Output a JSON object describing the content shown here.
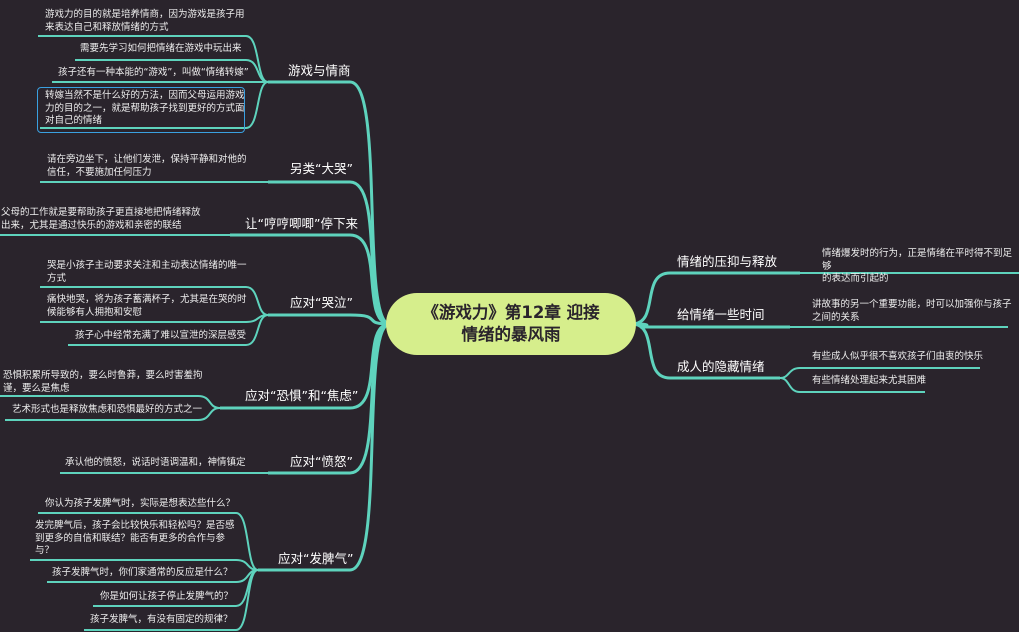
{
  "center": "《游戏力》第12章 迎接\n情绪的暴风雨",
  "colors": {
    "background": "#2a242c",
    "branch": "#5ed3bd",
    "center": "#d6ee8c",
    "selection": "#3aa0e0"
  },
  "left": [
    {
      "label": "游戏与情商",
      "children": [
        "游戏力的目的就是培养情商，因为游戏是孩子用\n来表达自己和释放情绪的方式",
        "需要先学习如何把情绪在游戏中玩出来",
        "孩子还有一种本能的“游戏”，叫做“情绪转嫁”",
        "转嫁当然不是什么好的方法，因而父母运用游戏\n力的目的之一，就是帮助孩子找到更好的方式面\n对自己的情绪"
      ]
    },
    {
      "label": "另类“大哭”",
      "children": [
        "请在旁边坐下，让他们发泄，保持平静和对他的\n信任，不要施加任何压力"
      ]
    },
    {
      "label": "让“哼哼唧唧”停下来",
      "children": [
        "父母的工作就是要帮助孩子更直接地把情绪释放\n出来，尤其是通过快乐的游戏和亲密的联结"
      ]
    },
    {
      "label": "应对“哭泣”",
      "children": [
        "哭是小孩子主动要求关注和主动表达情绪的唯一\n方式",
        "痛快地哭，将为孩子蓄满杯子，尤其是在哭的时\n候能够有人拥抱和安慰",
        "孩子心中经常充满了难以宣泄的深层感受"
      ]
    },
    {
      "label": "应对“恐惧”和“焦虑”",
      "children": [
        "恐惧积累所导致的，要么时鲁莽，要么时害羞拘\n谨，要么是焦虑",
        "艺术形式也是释放焦虑和恐惧最好的方式之一"
      ]
    },
    {
      "label": "应对“愤怒”",
      "children": [
        "承认他的愤怒，说话时语调温和，神情镇定"
      ]
    },
    {
      "label": "应对“发脾气”",
      "children": [
        "你认为孩子发脾气时，实际是想表达些什么？",
        "发完脾气后，孩子会比较快乐和轻松吗？是否感\n到更多的自信和联结？能否有更多的合作与参\n与？",
        "孩子发脾气时，你们家通常的反应是什么？",
        "你是如何让孩子停止发脾气的？",
        "孩子发脾气，有没有固定的规律？"
      ]
    }
  ],
  "right": [
    {
      "label": "情绪的压抑与释放",
      "children": [
        "情绪爆发时的行为，正是情绪在平时得不到足够\n的表达而引起的"
      ]
    },
    {
      "label": "给情绪一些时间",
      "children": [
        "讲故事的另一个重要功能，时可以加强你与孩子\n之间的关系"
      ]
    },
    {
      "label": "成人的隐藏情绪",
      "children": [
        "有些成人似乎很不喜欢孩子们由衷的快乐",
        "有些情绪处理起来尤其困难"
      ]
    }
  ]
}
